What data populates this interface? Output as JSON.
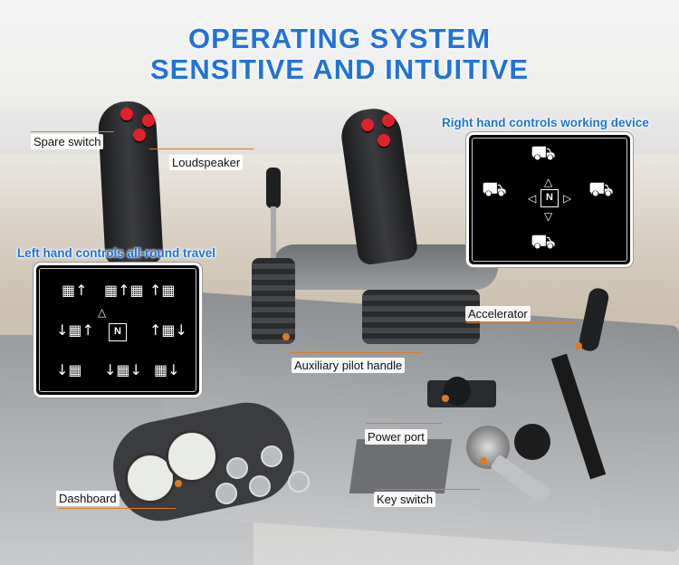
{
  "title": {
    "line1": "OPERATING SYSTEM",
    "line2": "SENSITIVE AND INTUITIVE"
  },
  "labels": {
    "spare_switch": "Spare switch",
    "loudspeaker": "Loudspeaker",
    "accelerator": "Accelerator",
    "auxiliary_pilot_handle": "Auxiliary pilot handle",
    "power_port": "Power port",
    "dashboard": "Dashboard",
    "key_switch": "Key switch"
  },
  "left_panel": {
    "header": "Left hand controls all-round travel",
    "center": "N"
  },
  "right_panel": {
    "header": "Right hand controls working device",
    "center": "N"
  },
  "colors": {
    "title": "#1f73dc",
    "leader": "#e07a20",
    "button": "#e0222a"
  }
}
